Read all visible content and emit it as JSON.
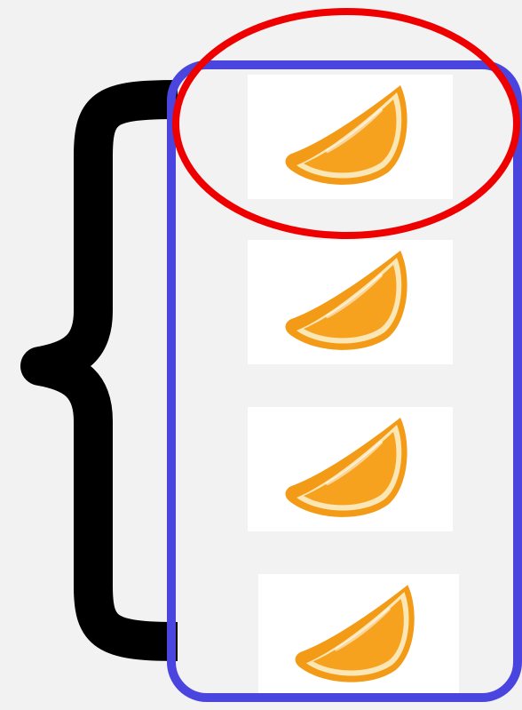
{
  "diagram": {
    "item_icon": "orange-slice",
    "item_count": 4,
    "highlighted_item_index": 0,
    "colors": {
      "background": "#f2f2f2",
      "brace": "#000000",
      "group_outline": "#4b45e0",
      "highlight_outline": "#ee0000",
      "panel": "#ffffff",
      "peel": "#f39a16",
      "pulp": "#f7a21f",
      "pith": "#fbe7b5"
    }
  }
}
